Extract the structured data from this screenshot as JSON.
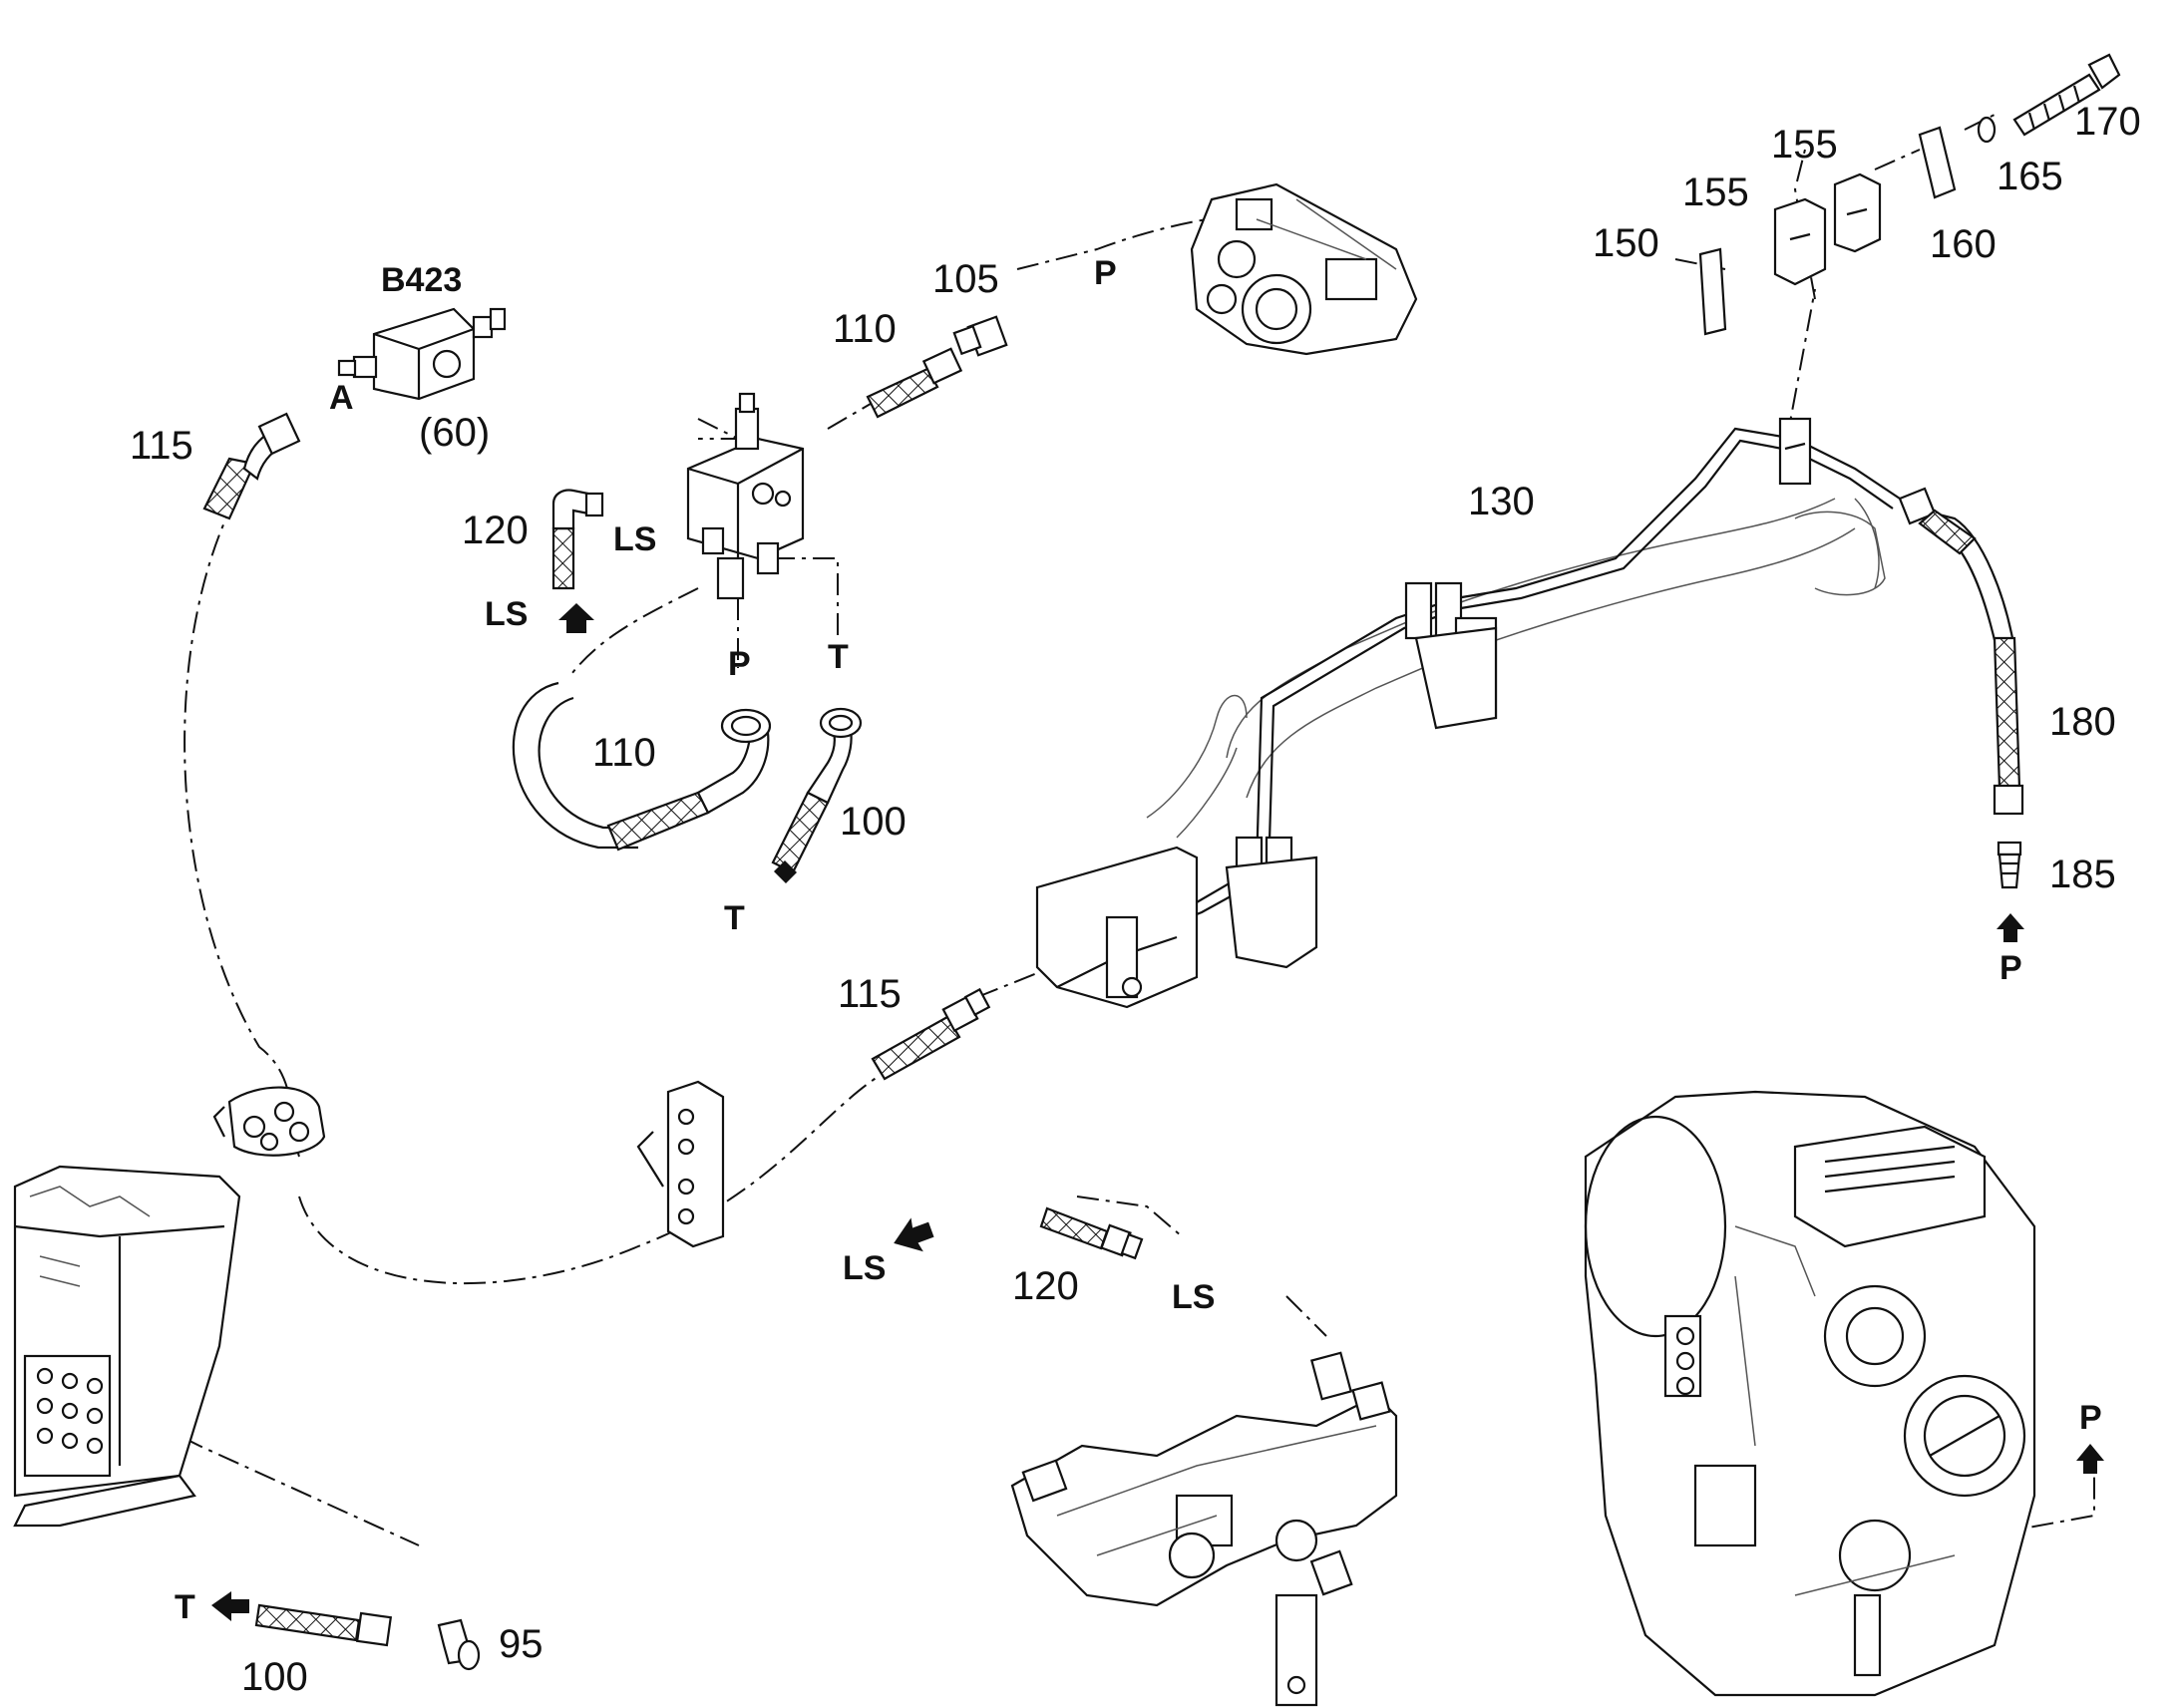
{
  "parts": {
    "p95": "95",
    "p100a": "100",
    "p100b": "100",
    "p105": "105",
    "p110a": "110",
    "p110b": "110",
    "p115a": "115",
    "p115b": "115",
    "p120a": "120",
    "p120b": "120",
    "p130": "130",
    "p150": "150",
    "p155a": "155",
    "p155b": "155",
    "p160": "160",
    "p165": "165",
    "p170": "170",
    "p180": "180",
    "p185": "185",
    "p60": "(60)",
    "b423": "B423"
  },
  "ports": {
    "a": "A",
    "p_top": "P",
    "p_valve": "P",
    "p_right": "P",
    "p_gearbox": "P",
    "t_valve": "T",
    "t_out": "T",
    "t_bottom": "T",
    "ls_top": "LS",
    "ls_arrow": "LS",
    "ls_left": "LS",
    "ls_right": "LS"
  }
}
